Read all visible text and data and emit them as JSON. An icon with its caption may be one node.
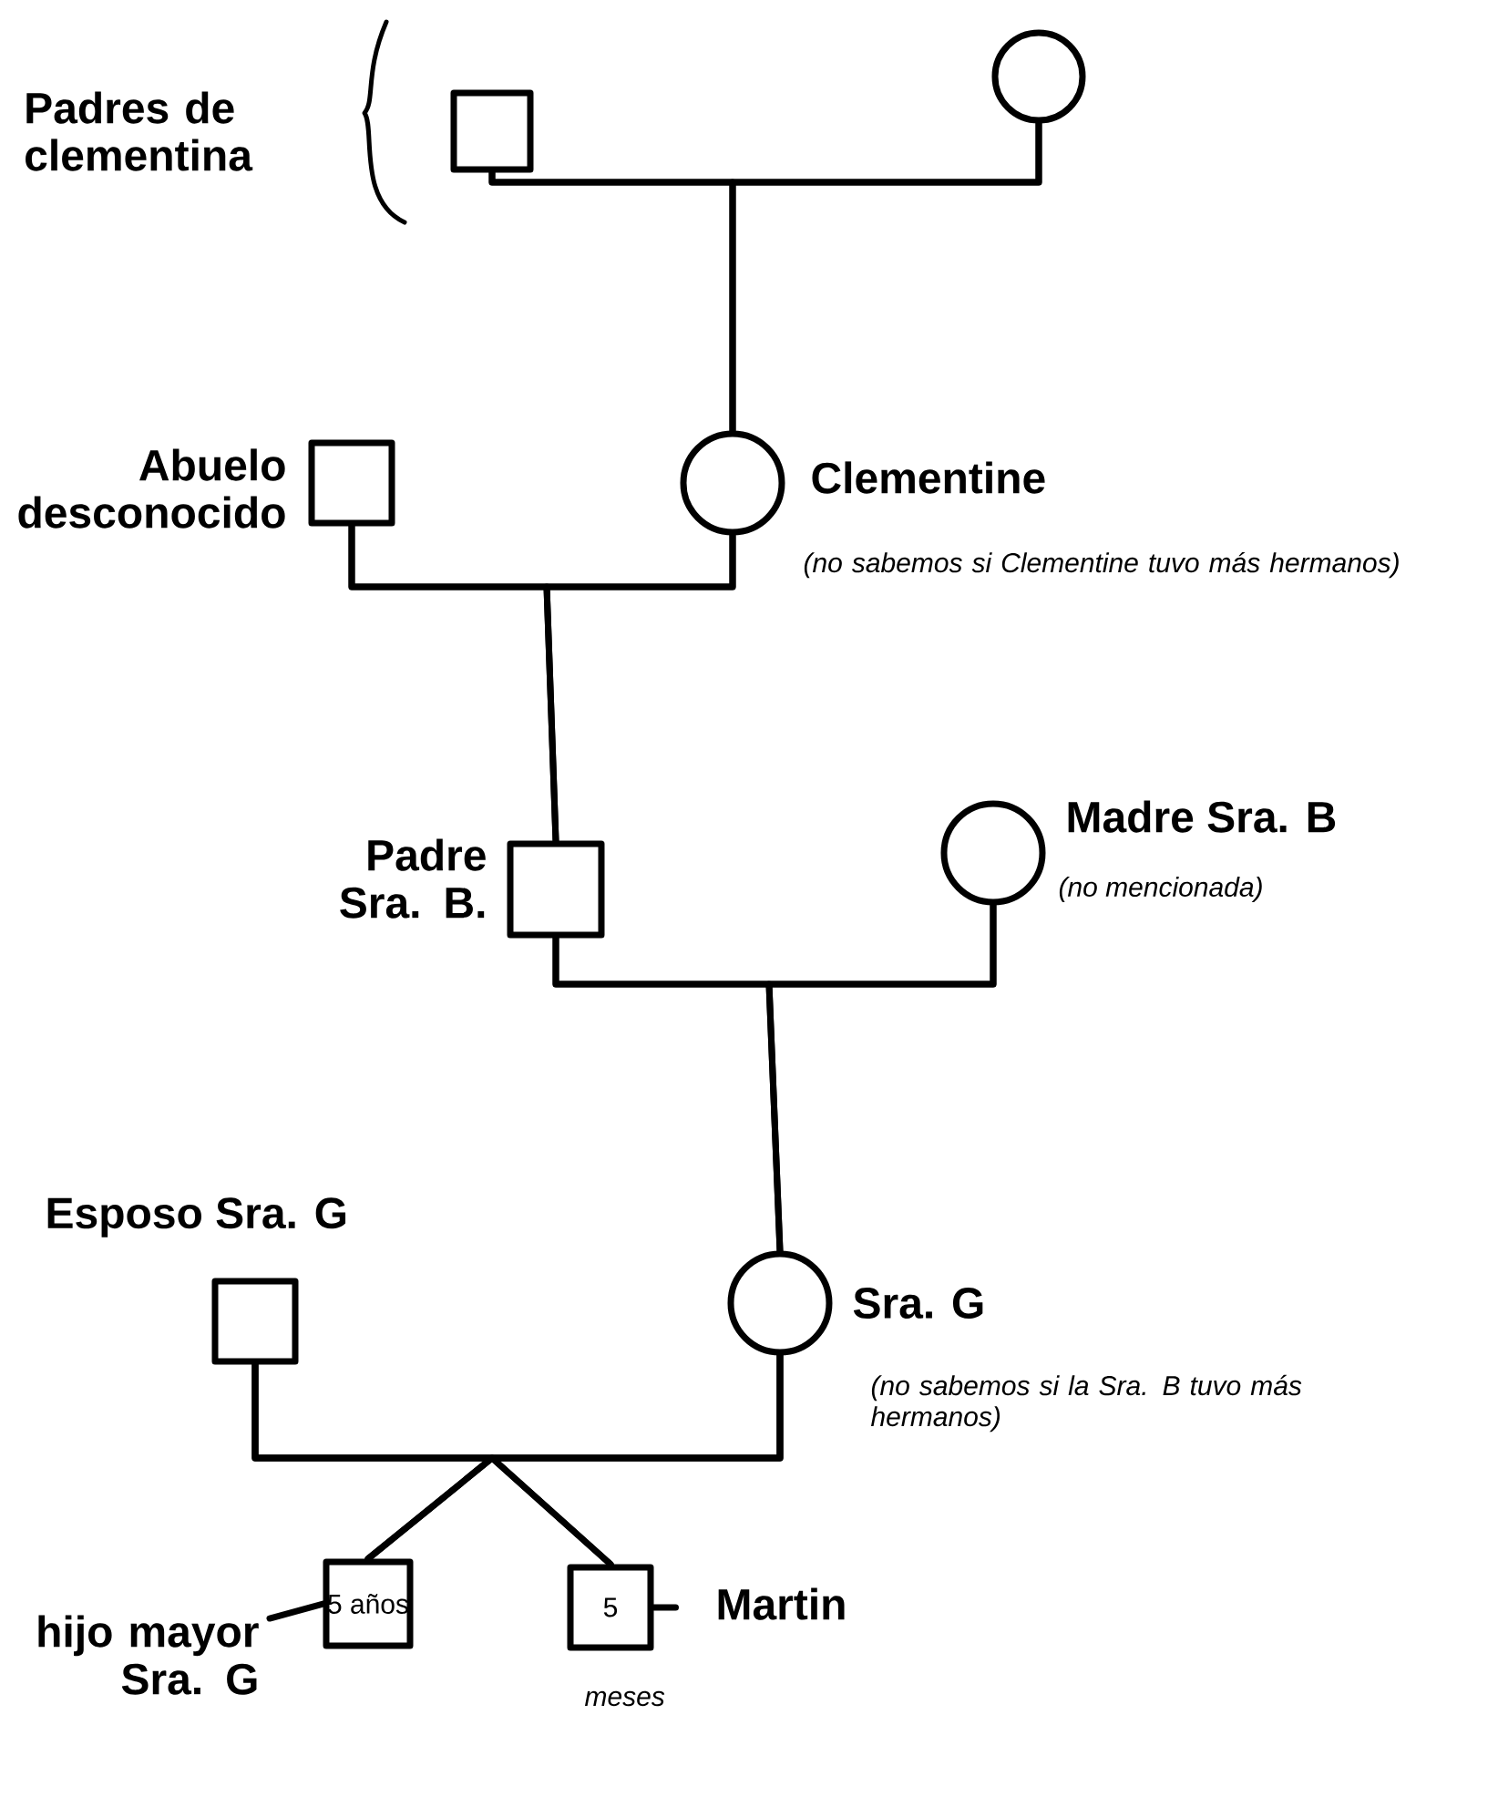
{
  "diagram": {
    "nodes": [
      {
        "text": [],
        "shape": "box"
      },
      {
        "text": [],
        "shape": "circle"
      },
      {
        "text": [],
        "shape": "circle",
        "beside": [
          "Clementine",
          "(no sabemos si Clementine tuvo más hermanos)"
        ]
      },
      {
        "text": [],
        "shape": "box",
        "beside": [
          "Abuelo desconocido"
        ]
      },
      {
        "text": [],
        "shape": "box",
        "beside": [
          "Padre Sra. B."
        ]
      },
      {
        "text": [],
        "shape": "circle",
        "beside": [
          "Madre Sra. B",
          "(no mencionada)"
        ]
      },
      {
        "text": [],
        "shape": "circle",
        "beside": [
          "Sra. G",
          "(no sabemos si la Sra. B tuvo más hermanos)"
        ]
      },
      {
        "text": [],
        "shape": "box",
        "beside": [
          "Esposo Sra. G"
        ]
      },
      {
        "text": [
          "5 años"
        ],
        "beside": [
          "hijo mayor Sra. G"
        ]
      },
      {
        "text": [
          "5"
        ],
        "beside": [
          "meses",
          "Martin"
        ]
      }
    ],
    "edges": [
      {
        "from": 0,
        "to": 1,
        "arrow": "none"
      },
      {
        "from": 0,
        "to": 2,
        "arrow": "none"
      },
      {
        "from": 1,
        "to": 2,
        "arrow": "none"
      },
      {
        "from": 3,
        "to": 2,
        "arrow": "none"
      },
      {
        "from": 3,
        "to": 4,
        "arrow": "none"
      },
      {
        "from": 2,
        "to": 4,
        "arrow": "none"
      },
      {
        "from": 4,
        "to": 5,
        "arrow": "none"
      },
      {
        "from": 4,
        "to": 6,
        "arrow": "none"
      },
      {
        "from": 5,
        "to": 6,
        "arrow": "none"
      },
      {
        "from": 7,
        "to": 6,
        "arrow": "none"
      },
      {
        "from": 7,
        "to": 8,
        "arrow": "none"
      },
      {
        "from": 6,
        "to": 8,
        "arrow": "none"
      },
      {
        "from": 7,
        "to": 9,
        "arrow": "none"
      },
      {
        "from": 6,
        "to": 9,
        "arrow": "none"
      }
    ],
    "labels": [
      "Padres de clementina"
    ]
  }
}
